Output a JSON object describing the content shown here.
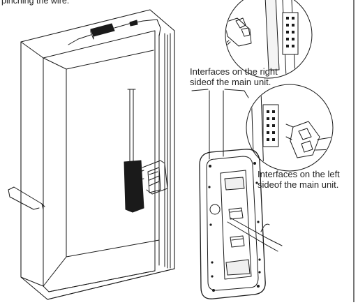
{
  "labels": {
    "top_caption": "pinching the wire.",
    "right_interfaces": "Interfaces on the right\nsideof the main unit.",
    "left_interfaces": "Interfaces on the left\nsideof the main unit."
  },
  "colors": {
    "line": "#1a1a1a",
    "background": "#ffffff"
  }
}
